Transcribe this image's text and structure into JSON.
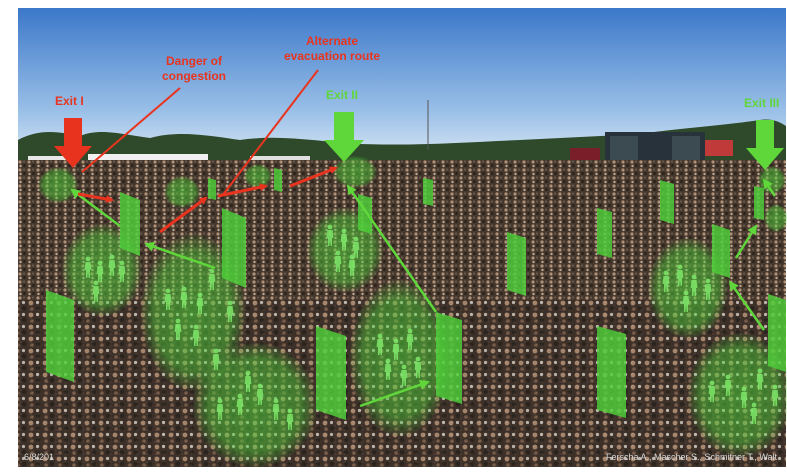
{
  "labels": {
    "exit_1": "Exit I",
    "exit_2": "Exit II",
    "exit_3": "Exit III",
    "danger": "Danger of\ncongestion",
    "alternate": "Alternate\nevacuation route"
  },
  "footer": {
    "date": "6/8/201",
    "credit": "Ferscha A., Mascher S., Schmitner T., Walt"
  },
  "colors": {
    "sky_top": "#3b78c9",
    "sky_bottom": "#cfe0f2",
    "label_red": "#e8341e",
    "label_green": "#5fd63a",
    "overlay_green": "#4fd13a"
  }
}
